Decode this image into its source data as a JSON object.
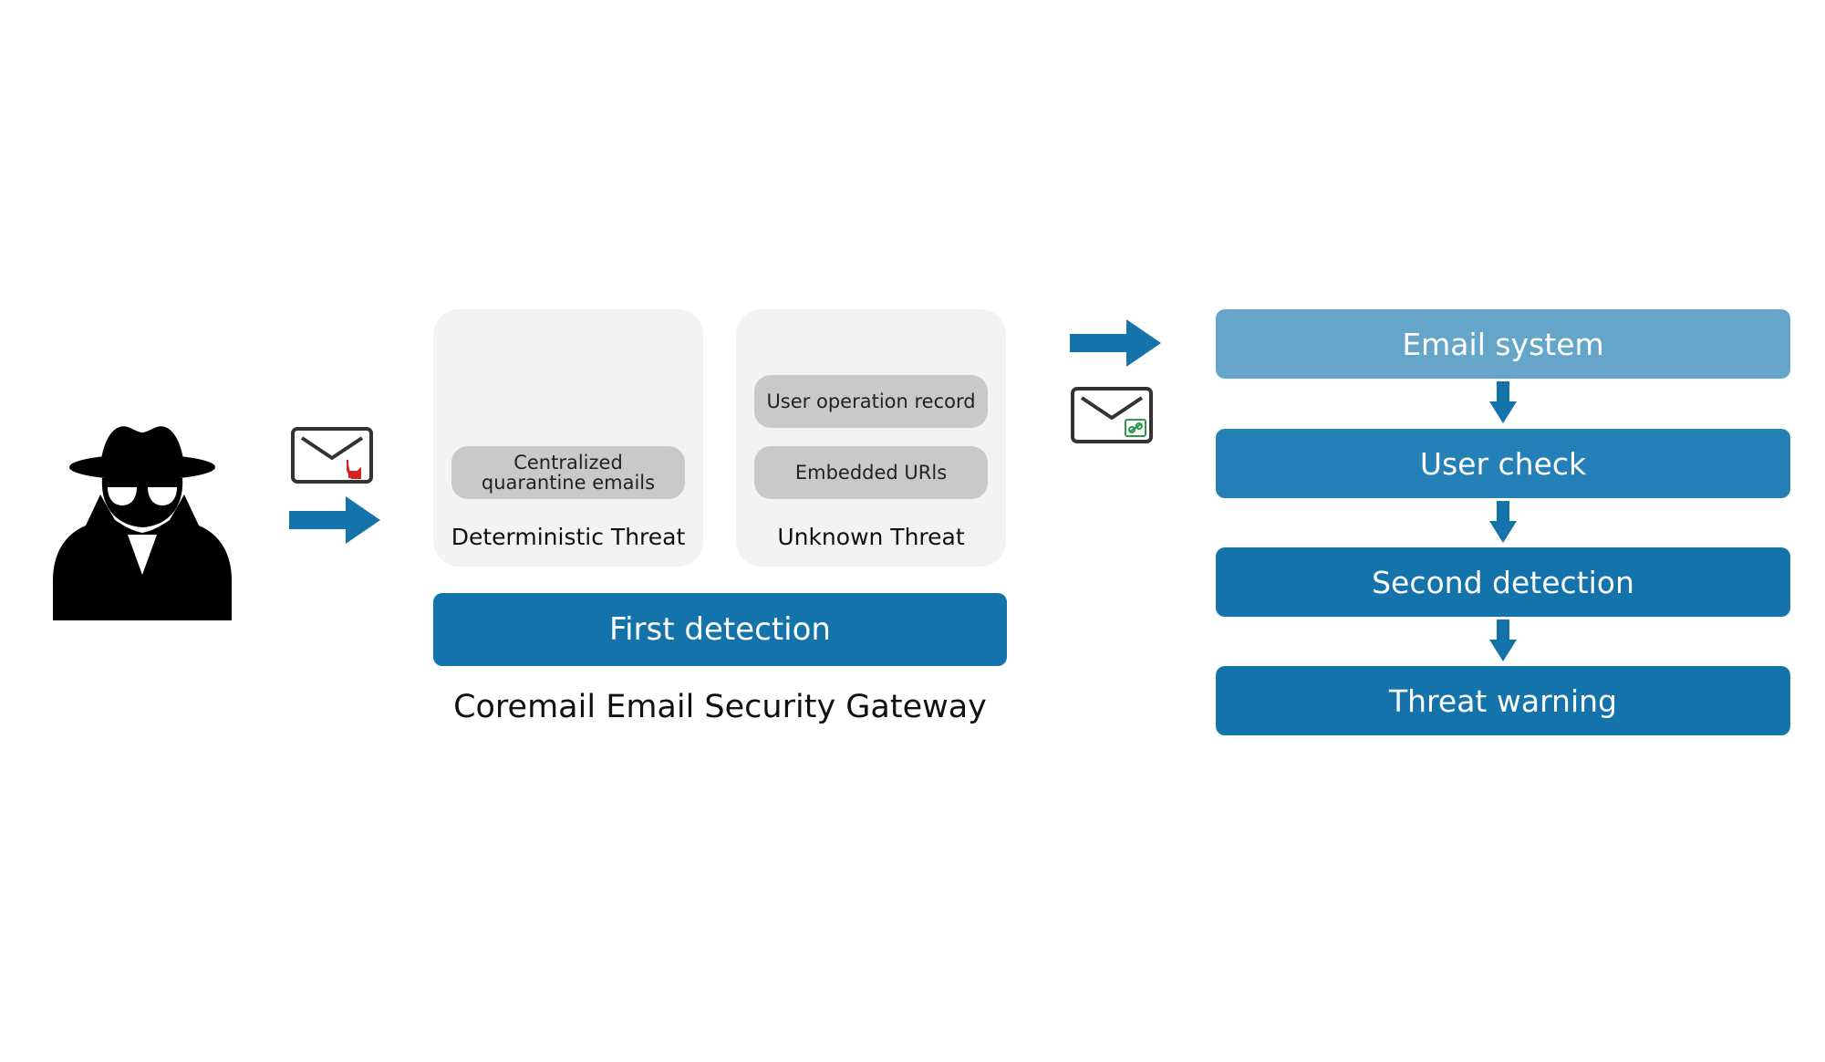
{
  "gateway": {
    "title": "Coremail Email Security Gateway",
    "first_detection": "First detection",
    "panels": [
      {
        "label": "Deterministic Threat",
        "items": [
          "Centralized\nquarantine emails"
        ]
      },
      {
        "label": "Unknown Threat",
        "items": [
          "User operation record",
          "Embedded URls"
        ]
      }
    ]
  },
  "flow": {
    "steps": [
      {
        "label": "Email system",
        "color": "#65a5c9"
      },
      {
        "label": "User check",
        "color": "#2480b7"
      },
      {
        "label": "Second detection",
        "color": "#1473aa"
      },
      {
        "label": "Threat warning",
        "color": "#1473aa"
      }
    ]
  },
  "icons": {
    "attacker": "spy-icon",
    "malicious_email": "envelope-malicious-icon",
    "link_email": "envelope-link-icon",
    "arrow": "arrow-right-icon",
    "arrow_down": "arrow-down-icon"
  },
  "colors": {
    "arrow": "#1473aa",
    "malicious_badge": "#d32222",
    "link_badge": "#2b9a4a",
    "panel_bg": "#f3f3f3",
    "pill_bg": "#c9c9c9"
  }
}
